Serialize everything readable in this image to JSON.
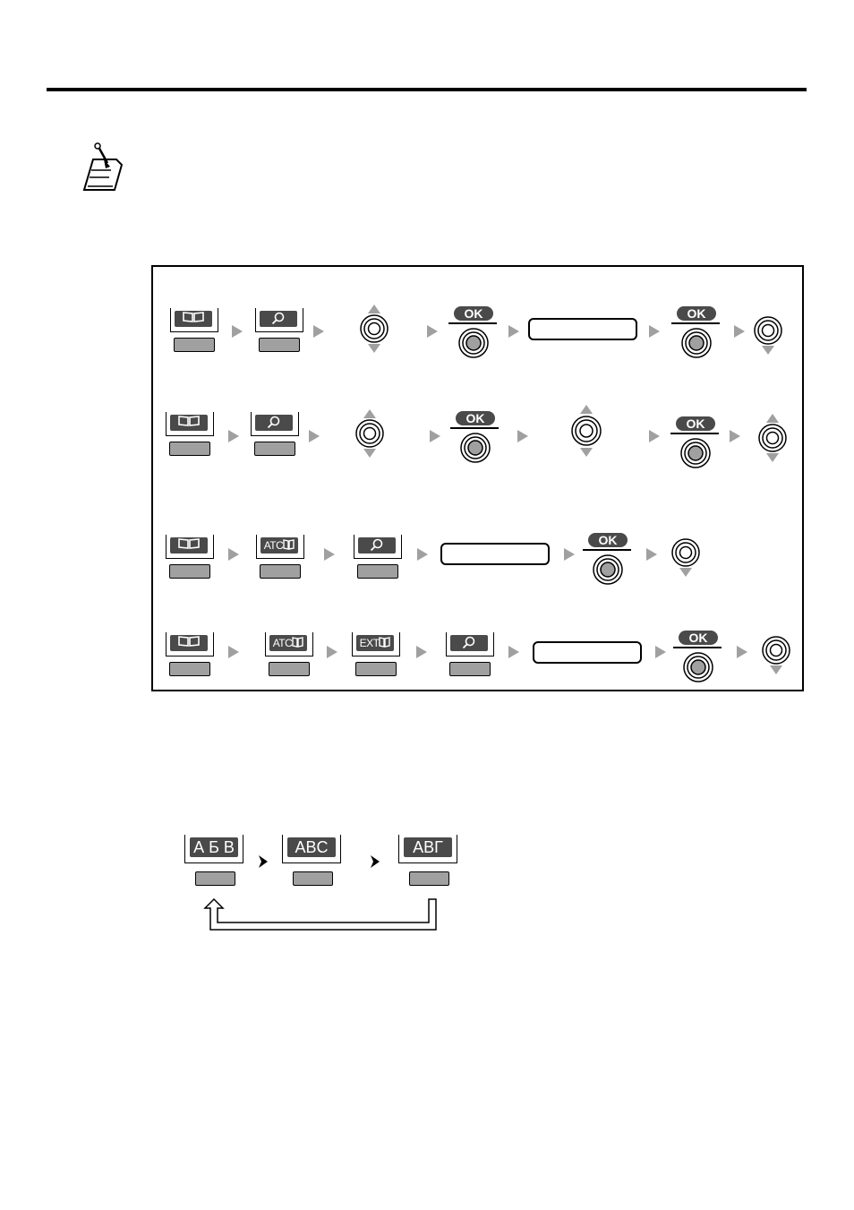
{
  "labels": {
    "atc": "ATC",
    "ext": "EXT",
    "ok": "OK"
  },
  "language_cycle": {
    "keys": [
      {
        "label": "А Б В"
      },
      {
        "label": "ABC"
      },
      {
        "label": "АВГ"
      }
    ]
  },
  "icons": {
    "note": "memo-pencil-icon",
    "phonebook": "phonebook-icon",
    "search": "search-magnifier-icon",
    "navigator": "navigator-key-icon",
    "next": "right-triangle-arrow-icon"
  },
  "colors": {
    "key_label": "#4a4a4a",
    "key_button": "#a0a0a0",
    "arrow": "#a0a0a0",
    "border": "#000000"
  }
}
